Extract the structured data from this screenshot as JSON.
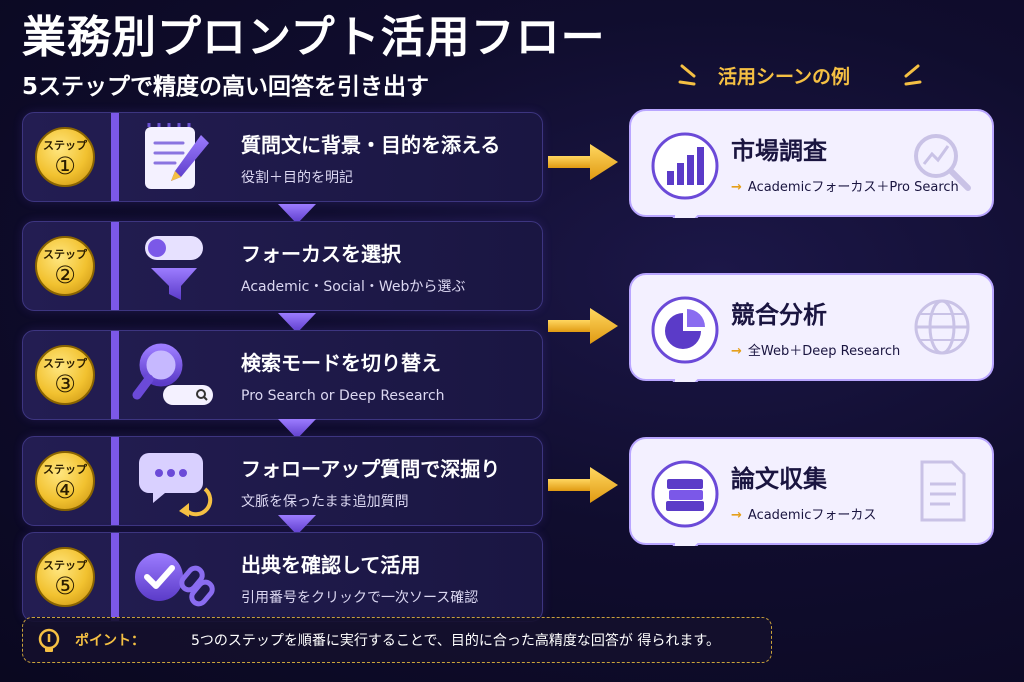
{
  "header": {
    "title": "業務別プロンプト活用フロー",
    "subtitle": "5ステップで精度の高い回答を引き出す"
  },
  "steps": [
    {
      "badge_label": "ステップ",
      "badge_number": "①",
      "title": "質問文に背景・目的を添える",
      "subtitle": "役割＋目的を明記",
      "icon": "notepad-pencil-icon"
    },
    {
      "badge_label": "ステップ",
      "badge_number": "②",
      "title": "フォーカスを選択",
      "subtitle": "Academic・Social・Webから選ぶ",
      "icon": "toggle-funnel-icon"
    },
    {
      "badge_label": "ステップ",
      "badge_number": "③",
      "title": "検索モードを切り替え",
      "subtitle": "Pro Search or Deep Research",
      "icon": "magnifier-search-icon"
    },
    {
      "badge_label": "ステップ",
      "badge_number": "④",
      "title": "フォローアップ質問で深掘り",
      "subtitle": "文脈を保ったまま追加質問",
      "icon": "chat-bubble-icon"
    },
    {
      "badge_label": "ステップ",
      "badge_number": "⑤",
      "title": "出典を確認して活用",
      "subtitle": "引用番号をクリックで一次ソース確認",
      "icon": "check-link-icon"
    }
  ],
  "scenes": {
    "title": "活用シーンの例",
    "items": [
      {
        "title": "市場調査",
        "detail": "Academicフォーカス＋Pro Search",
        "icon": "bar-chart-icon",
        "deco": "magnifier-chart-icon"
      },
      {
        "title": "競合分析",
        "detail": "全Web＋Deep Research",
        "icon": "pie-chart-icon",
        "deco": "globe-icon"
      },
      {
        "title": "論文収集",
        "detail": "Academicフォーカス",
        "icon": "books-icon",
        "deco": "document-icon"
      }
    ]
  },
  "footer": {
    "label": "ポイント：",
    "text": "5つのステップを順番に実行することで、目的に合った高精度な回答が 得られます。"
  },
  "colors": {
    "background": "#100d2e",
    "accent_purple": "#7b58e8",
    "accent_gold": "#f5c043",
    "card_background": "#f3f0ff"
  }
}
